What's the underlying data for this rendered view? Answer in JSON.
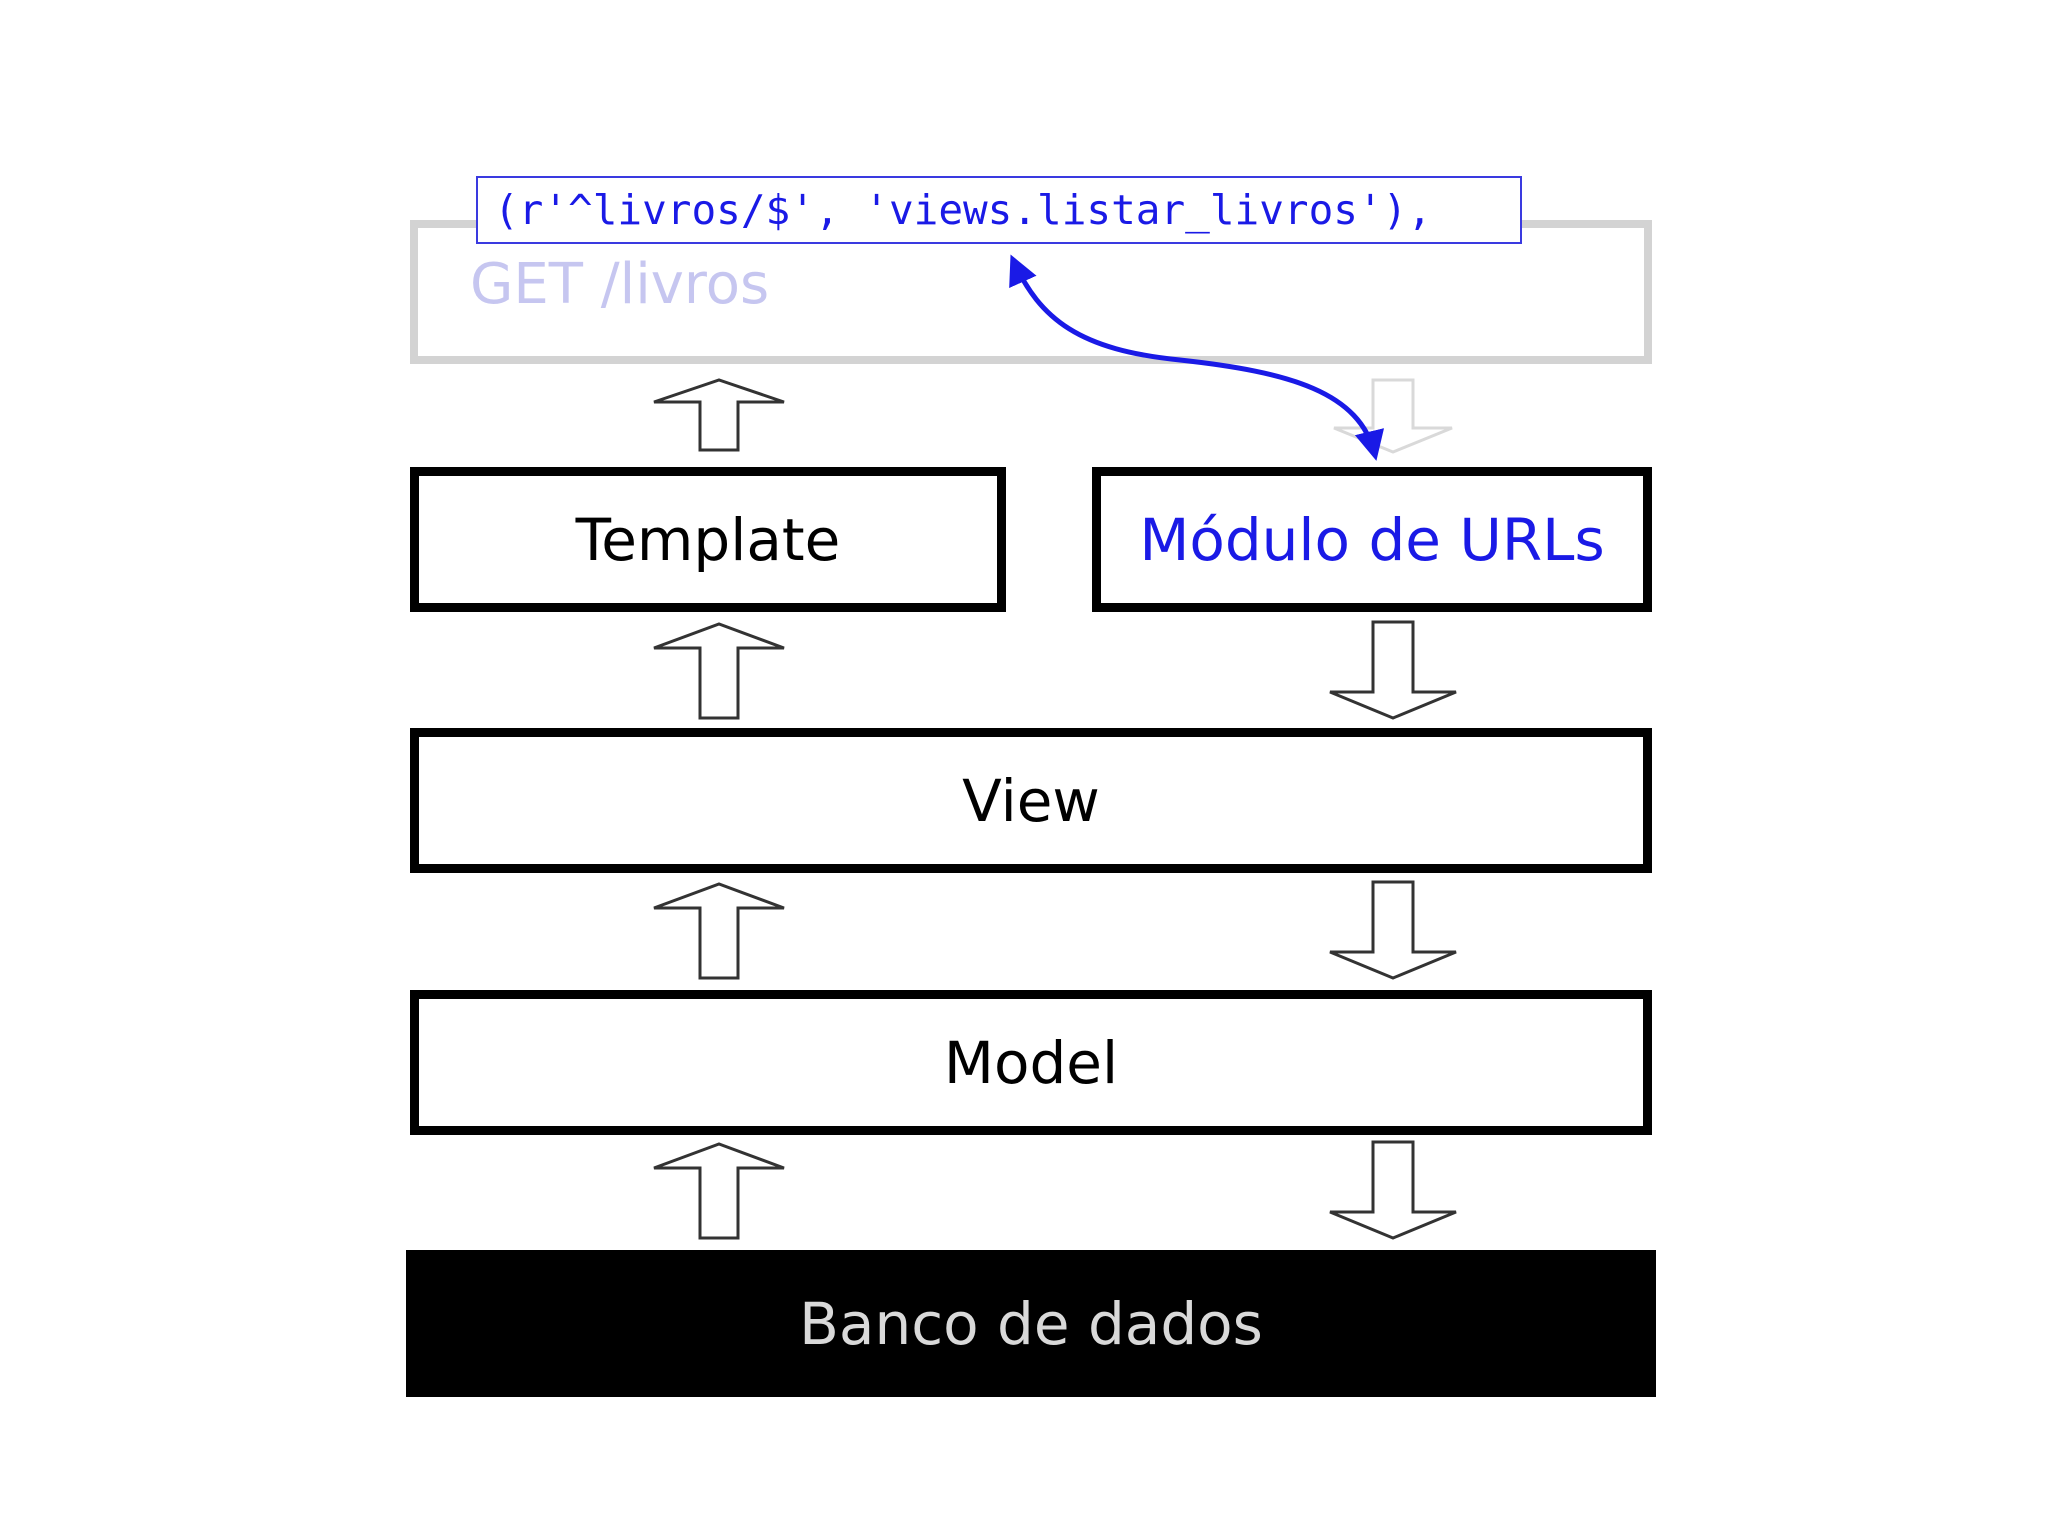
{
  "diagram": {
    "request": {
      "label": "GET /livros"
    },
    "url_pattern": {
      "text": "(r'^livros/$', 'views.listar_livros'),"
    },
    "boxes": {
      "template": "Template",
      "urls": "Módulo de URLs",
      "view": "View",
      "model": "Model",
      "database": "Banco de dados"
    },
    "colors": {
      "accent": "#1a1ae6",
      "faded_text": "#c6c6f0",
      "faded_border": "#d3d3d3",
      "database_bg": "#000000",
      "database_text": "#d9d9d9"
    }
  }
}
